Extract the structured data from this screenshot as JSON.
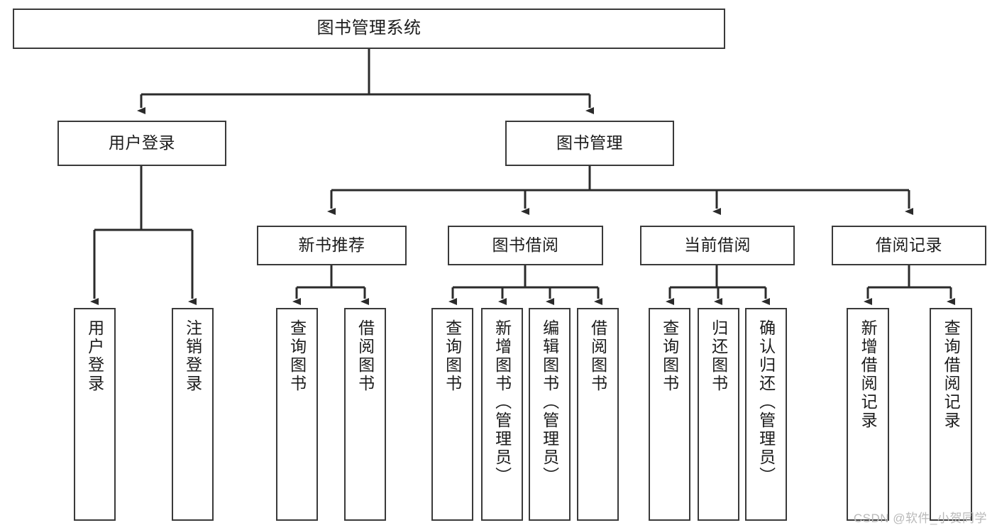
{
  "diagram": {
    "title": "图书管理系统",
    "type": "tree",
    "watermark": "CSDN @软件_小贺同学",
    "colors": {
      "box_border": "#3a3a3a",
      "box_fill": "#ffffff",
      "connector": "#2b2b2b",
      "text": "#1c1c1c",
      "watermark": "#b9b9b9"
    },
    "nodes": {
      "root": {
        "label": "图书管理系统",
        "level": 1,
        "orientation": "horizontal"
      },
      "l2": [
        {
          "label": "用户登录",
          "level": 2,
          "orientation": "horizontal"
        },
        {
          "label": "图书管理",
          "level": 2,
          "orientation": "horizontal"
        }
      ],
      "l3": [
        {
          "label": "新书推荐",
          "level": 3,
          "orientation": "horizontal"
        },
        {
          "label": "图书借阅",
          "level": 3,
          "orientation": "horizontal"
        },
        {
          "label": "当前借阅",
          "level": 3,
          "orientation": "horizontal"
        },
        {
          "label": "借阅记录",
          "level": 3,
          "orientation": "horizontal"
        }
      ],
      "leaves": {
        "user_login": [
          {
            "label": "用户登录",
            "orientation": "vertical"
          },
          {
            "label": "注销登录",
            "orientation": "vertical"
          }
        ],
        "new_book_recommend": [
          {
            "label": "查询图书",
            "orientation": "vertical"
          },
          {
            "label": "借阅图书",
            "orientation": "vertical"
          }
        ],
        "book_borrow": [
          {
            "label": "查询图书",
            "orientation": "vertical"
          },
          {
            "label": "新增图书（管理员）",
            "orientation": "vertical"
          },
          {
            "label": "编辑图书（管理员）",
            "orientation": "vertical"
          },
          {
            "label": "借阅图书",
            "orientation": "vertical"
          }
        ],
        "current_borrow": [
          {
            "label": "查询图书",
            "orientation": "vertical"
          },
          {
            "label": "归还图书",
            "orientation": "vertical"
          },
          {
            "label": "确认归还（管理员）",
            "orientation": "vertical"
          }
        ],
        "borrow_record": [
          {
            "label": "新增借阅记录",
            "orientation": "vertical"
          },
          {
            "label": "查询借阅记录",
            "orientation": "vertical"
          }
        ]
      }
    }
  }
}
